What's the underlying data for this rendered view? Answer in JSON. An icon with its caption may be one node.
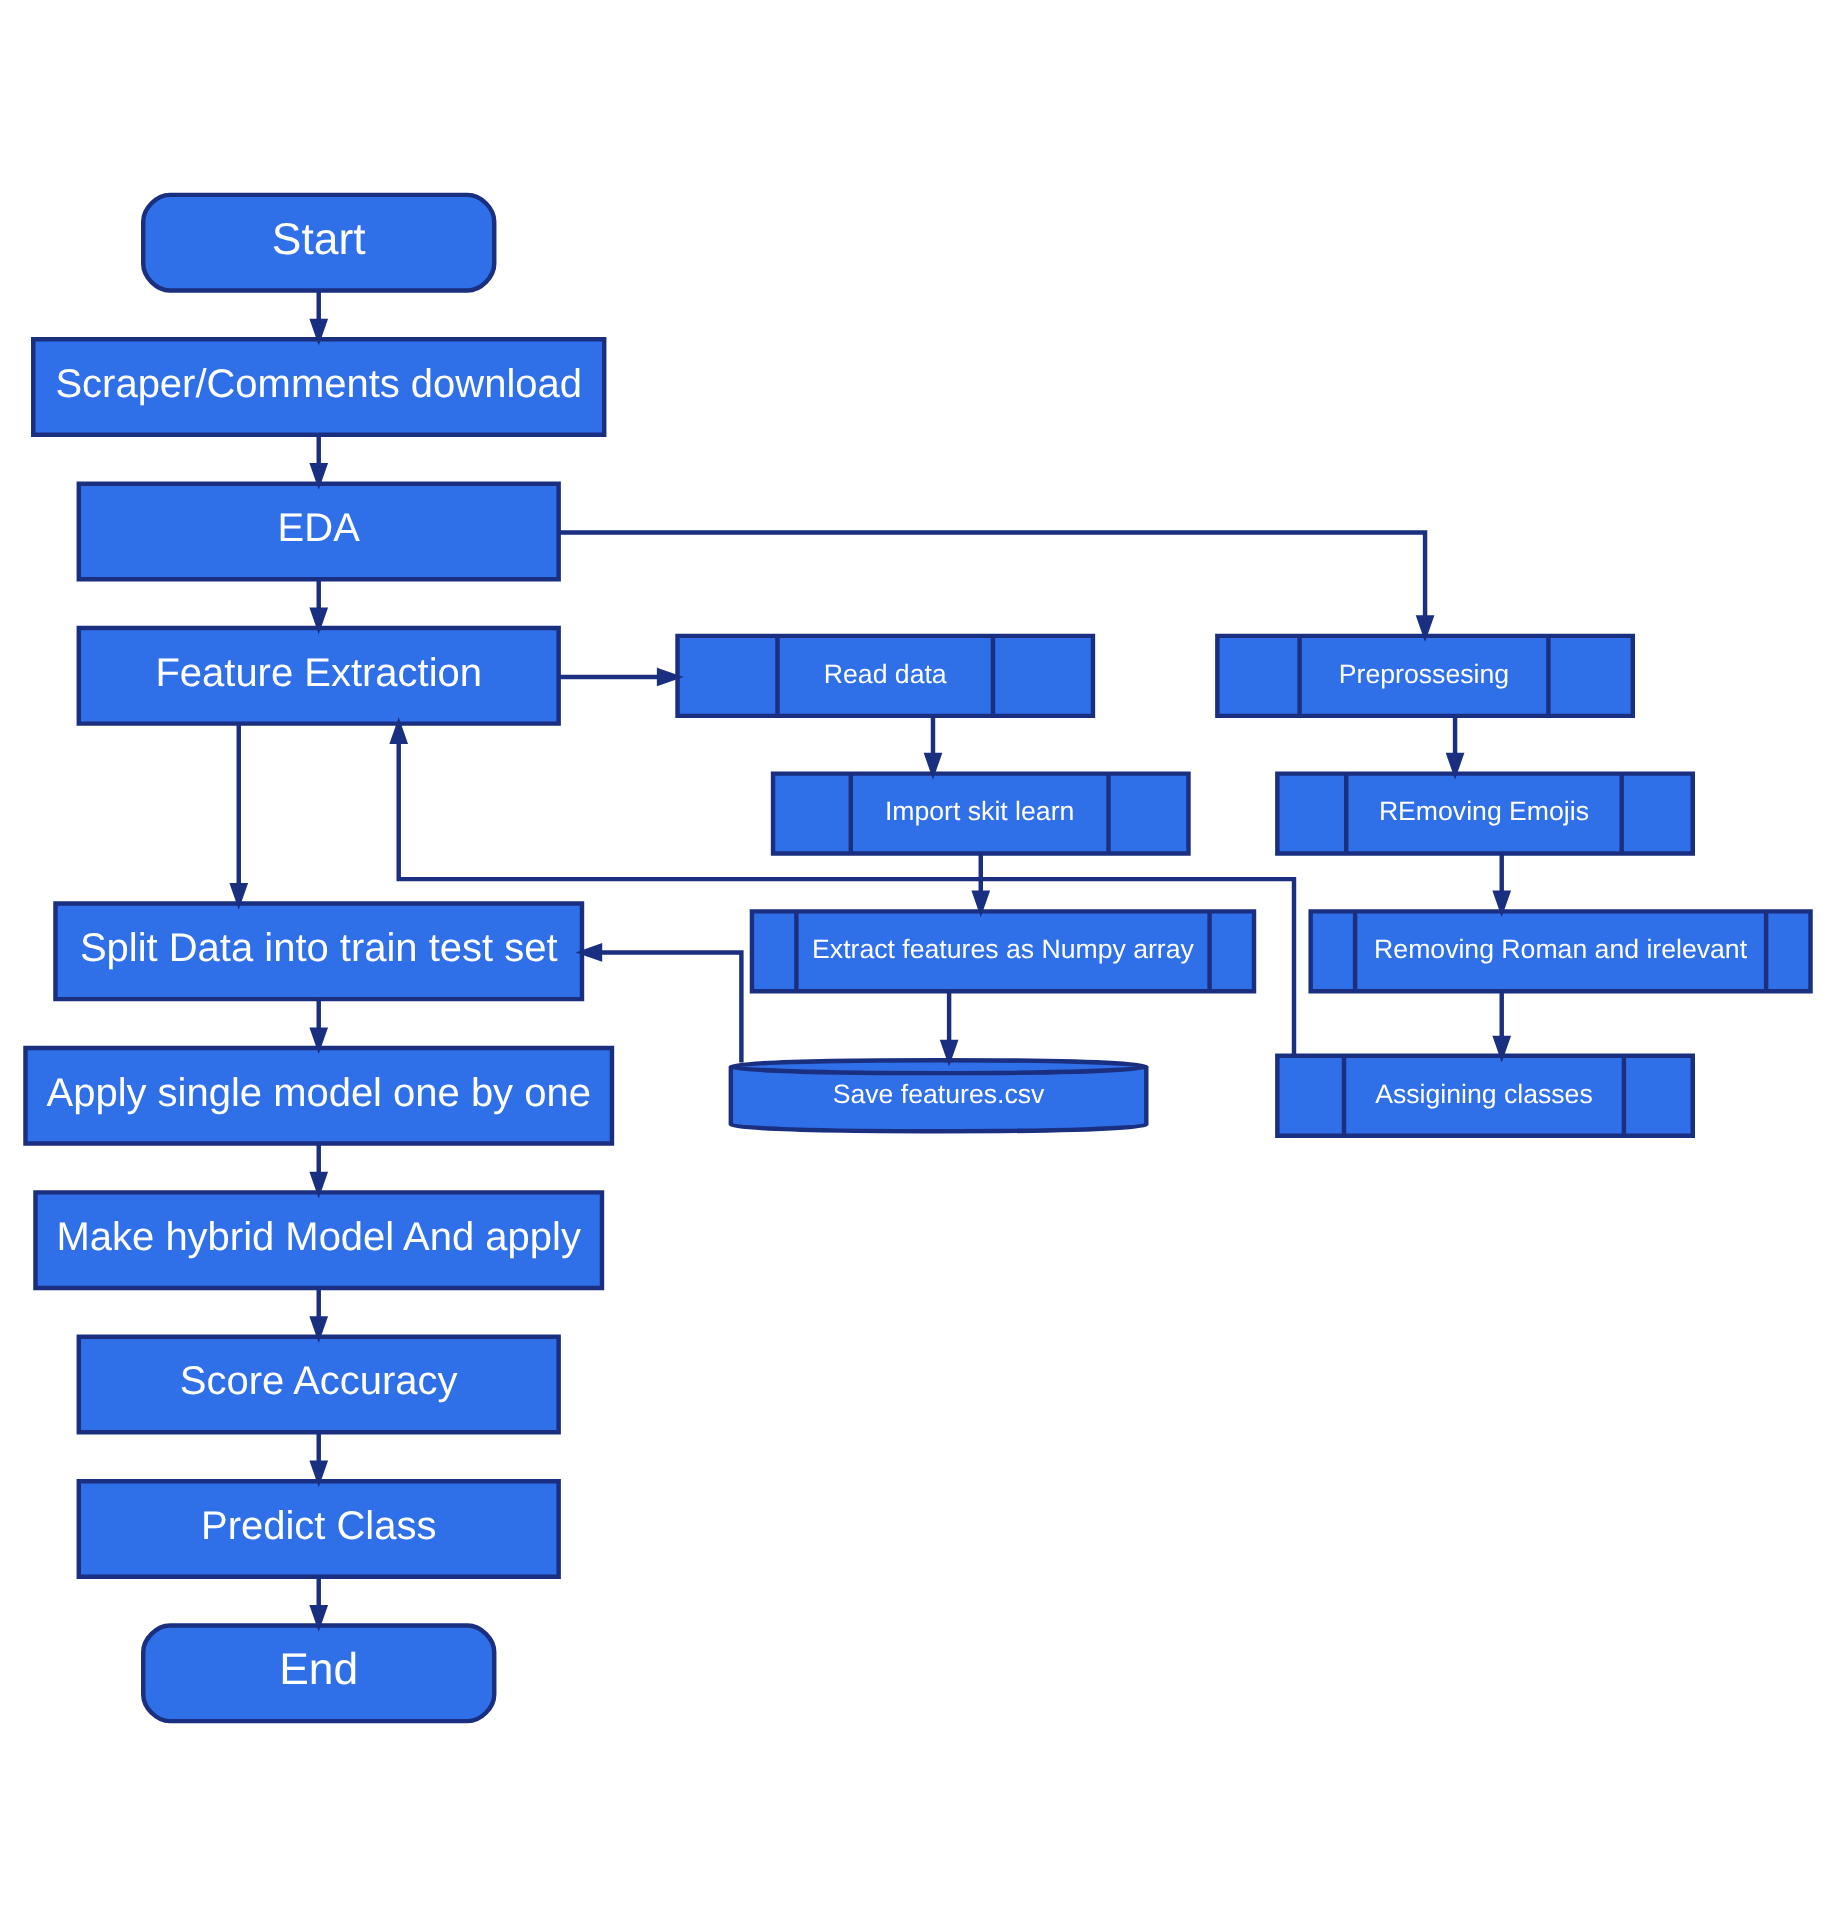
{
  "diagram": {
    "nodes": [
      {
        "text": [
          "Start"
        ]
      },
      {
        "text": [
          "Scraper/Comments download"
        ]
      },
      {
        "text": [
          "EDA"
        ]
      },
      {
        "text": [
          "Feature Extraction"
        ]
      },
      {
        "text": [
          "Split Data into train test set"
        ]
      },
      {
        "text": [
          "Apply single model one by one"
        ]
      },
      {
        "text": [
          "Make hybrid Model And apply"
        ]
      },
      {
        "text": [
          "Score Accuracy"
        ]
      },
      {
        "text": [
          "Predict Class"
        ]
      },
      {
        "text": [
          "End"
        ]
      },
      {
        "text": [
          "Read data"
        ]
      },
      {
        "text": [
          "Import  skit learn"
        ]
      },
      {
        "text": [
          "Extract features as Numpy array"
        ]
      },
      {
        "text": [
          "Save features.csv"
        ]
      },
      {
        "text": [
          "Preprossesing"
        ]
      },
      {
        "text": [
          "REmoving Emojis"
        ]
      },
      {
        "text": [
          "Removing Roman and irelevant"
        ]
      },
      {
        "text": [
          "Assigining classes"
        ]
      }
    ],
    "edges": [
      {
        "from": 0,
        "to": 1,
        "arrow": "to"
      },
      {
        "from": 1,
        "to": 2,
        "arrow": "to"
      },
      {
        "from": 2,
        "to": 3,
        "arrow": "to"
      },
      {
        "from": 3,
        "to": 4,
        "arrow": "to"
      },
      {
        "from": 4,
        "to": 5,
        "arrow": "to"
      },
      {
        "from": 5,
        "to": 6,
        "arrow": "to"
      },
      {
        "from": 6,
        "to": 7,
        "arrow": "to"
      },
      {
        "from": 7,
        "to": 8,
        "arrow": "to"
      },
      {
        "from": 8,
        "to": 9,
        "arrow": "to"
      },
      {
        "from": 2,
        "to": 14,
        "arrow": "to"
      },
      {
        "from": 14,
        "to": 15,
        "arrow": "to"
      },
      {
        "from": 15,
        "to": 16,
        "arrow": "to"
      },
      {
        "from": 16,
        "to": 17,
        "arrow": "to"
      },
      {
        "from": 17,
        "to": 3,
        "arrow": "to"
      },
      {
        "from": 3,
        "to": 10,
        "arrow": "to"
      },
      {
        "from": 10,
        "to": 11,
        "arrow": "to"
      },
      {
        "from": 11,
        "to": 12,
        "arrow": "to"
      },
      {
        "from": 12,
        "to": 13,
        "arrow": "to"
      },
      {
        "from": 13,
        "to": 4,
        "arrow": "to"
      }
    ]
  }
}
